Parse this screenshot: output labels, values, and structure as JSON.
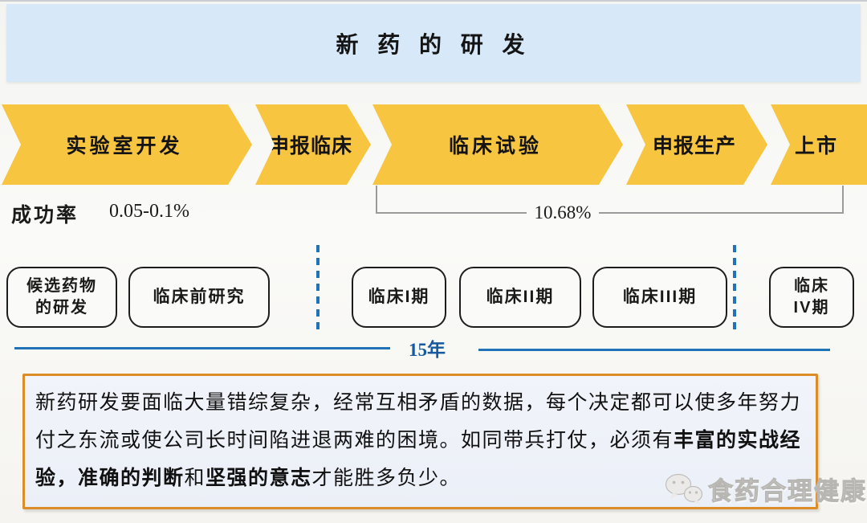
{
  "header": {
    "title": "新 药 的 研 发"
  },
  "stages": [
    {
      "label": "实验室开发"
    },
    {
      "label": "申报临床"
    },
    {
      "label": "临床试验"
    },
    {
      "label": "申报生产"
    },
    {
      "label": "上市"
    }
  ],
  "success": {
    "label": "成功率",
    "rate_lab": "0.05-0.1%",
    "rate_clinical": "10.68%"
  },
  "phases": [
    {
      "label": "候选药物\n的研发"
    },
    {
      "label": "临床前研究"
    },
    {
      "label": "临床I期"
    },
    {
      "label": "临床II期"
    },
    {
      "label": "临床III期"
    },
    {
      "label": "临床\nIV期"
    }
  ],
  "timeline": {
    "duration": "15年"
  },
  "note": {
    "runs": [
      {
        "text": "新药研发要面临大量错综复杂，经常互相矛盾的数据，每个决定都可以使多年努力付之东流或使公司长时间陷进退两难的困境。如同带兵打仗，必须有",
        "bold": false
      },
      {
        "text": "丰富的实战经验，准确的判断",
        "bold": true
      },
      {
        "text": "和",
        "bold": false
      },
      {
        "text": "坚强的意志",
        "bold": true
      },
      {
        "text": "才能胜多负少。",
        "bold": false
      }
    ]
  },
  "watermark": {
    "text": "食药合理健康",
    "icon": "wechat-icon"
  },
  "colors": {
    "banner_blue": "#d7e8f8",
    "arrow_yellow": "#f8c541",
    "line_blue": "#2173b8",
    "note_border_orange": "#dc8d27",
    "bracket_gray": "#9b9b9b"
  }
}
